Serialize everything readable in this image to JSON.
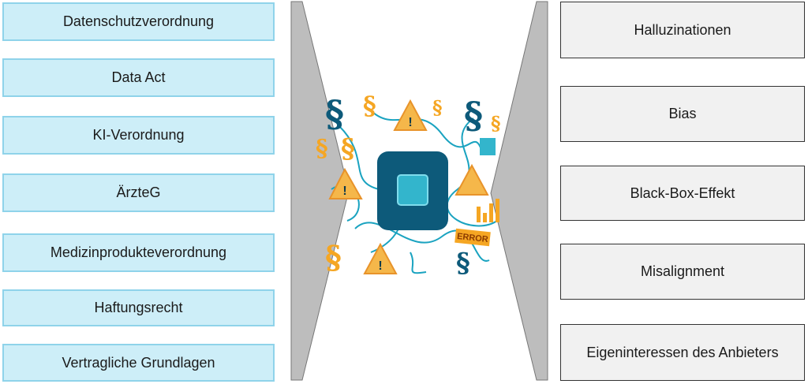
{
  "left_items": [
    {
      "label": "Datenschutzverordnung"
    },
    {
      "label": "Data Act"
    },
    {
      "label": "KI-Verordnung"
    },
    {
      "label": "ÄrzteG"
    },
    {
      "label": "Medizinprodukteverordnung"
    },
    {
      "label": "Haftungsrecht"
    },
    {
      "label": "Vertragliche Grundlagen"
    }
  ],
  "right_items": [
    {
      "label": "Halluzinationen"
    },
    {
      "label": "Bias"
    },
    {
      "label": "Black-Box-Effekt"
    },
    {
      "label": "Misalignment"
    },
    {
      "label": "Eigeninteressen des Anbieters"
    }
  ],
  "illustration": {
    "error_label": "ERROR",
    "section_symbol": "§"
  },
  "colors": {
    "left_fill": "#cdeef8",
    "left_border": "#8fd3ea",
    "right_fill": "#f1f1f1",
    "funnel": "#bdbdbd",
    "orange": "#f5a623",
    "teal": "#1aa3c0",
    "navy": "#0d5a7a"
  }
}
